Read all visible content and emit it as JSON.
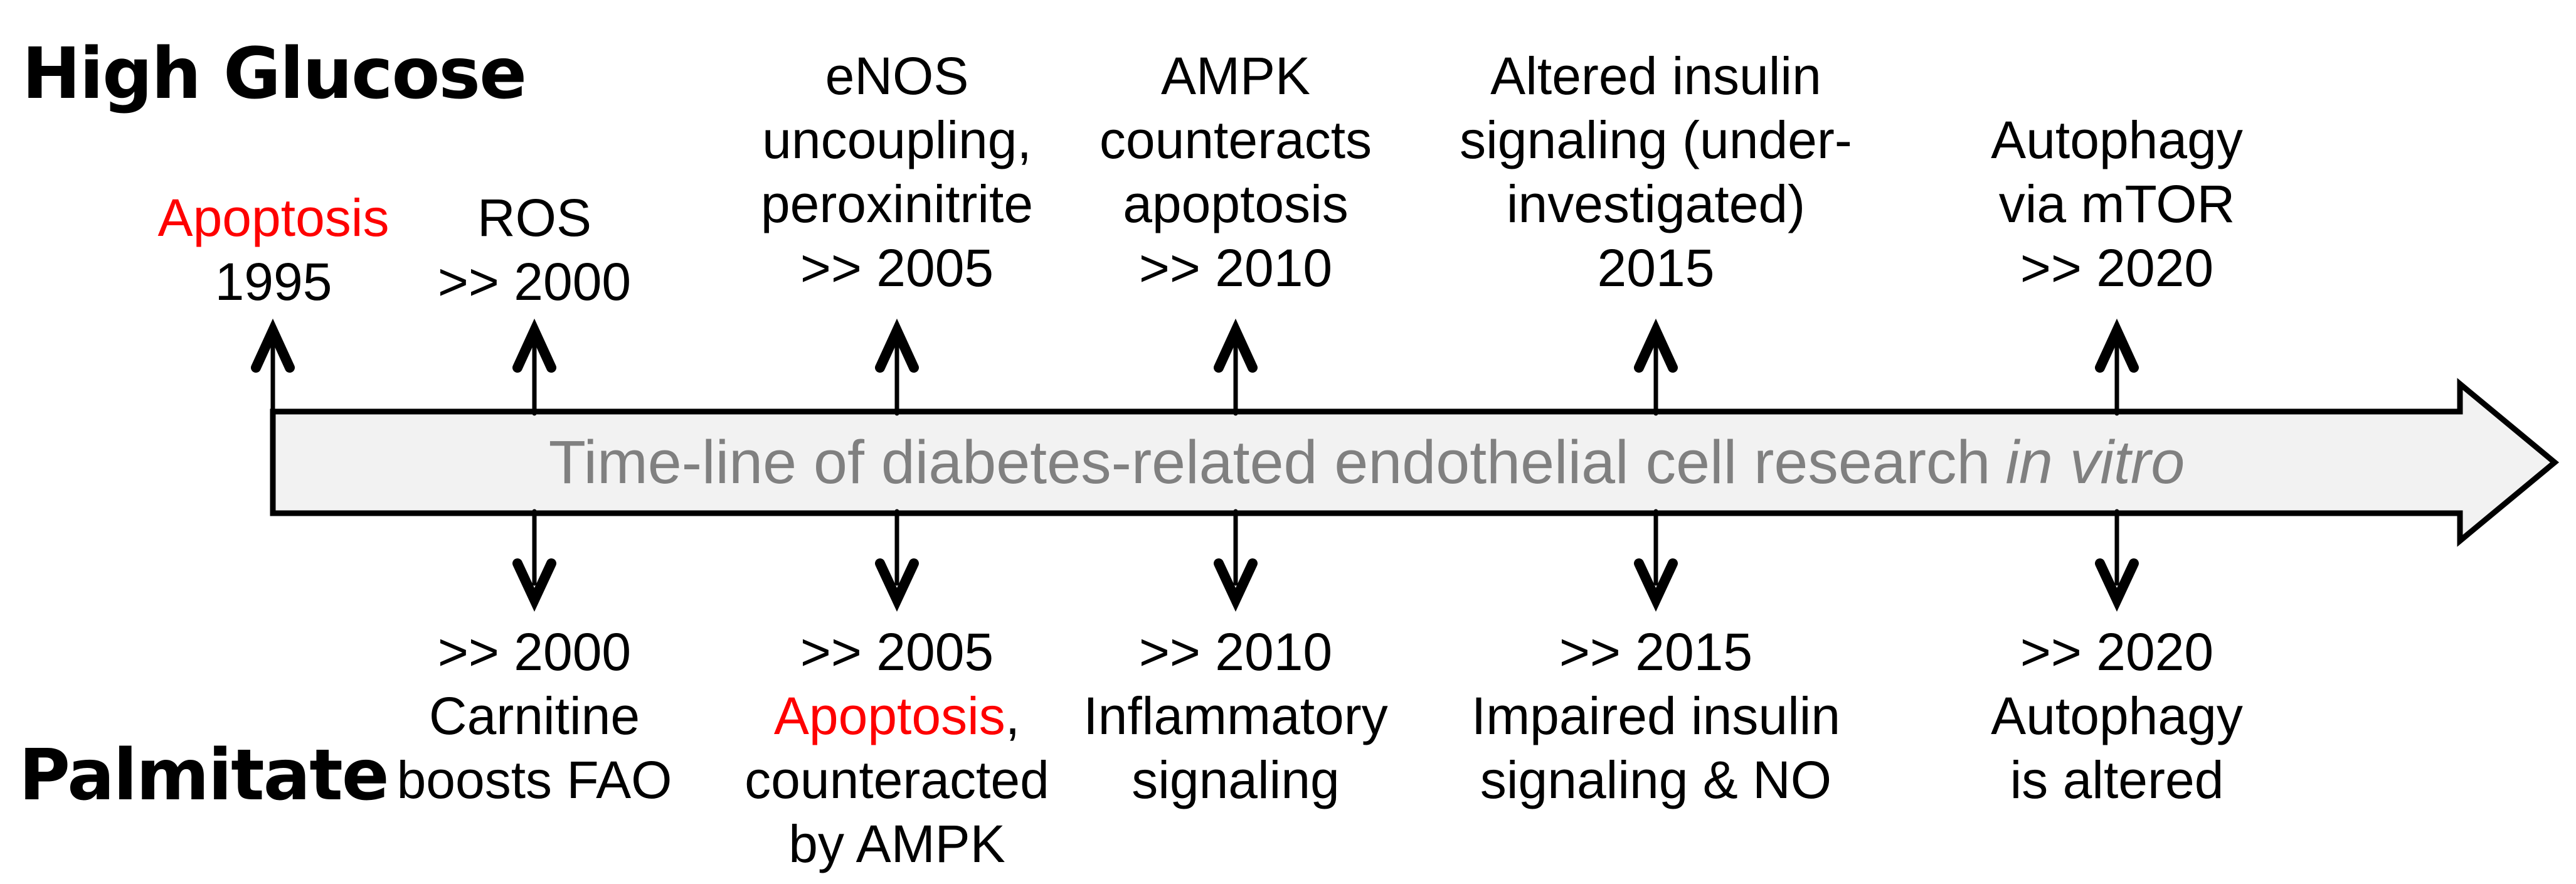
{
  "colors": {
    "highlight_red": "#fe0000",
    "band_fill": "#f2f2f2",
    "band_stroke": "#000000",
    "band_text_gray": "#808080",
    "text_black": "#000000"
  },
  "timeline": {
    "title_main": "Time-line of diabetes-related endothelial cell research",
    "title_italic": "in vitro"
  },
  "top": {
    "label": "High Glucose",
    "m1": {
      "l1": "Apoptosis",
      "l2": "1995"
    },
    "m2": {
      "l1": "ROS",
      "l2": ">> 2000"
    },
    "m3": {
      "l1": "eNOS",
      "l2": "uncoupling,",
      "l3": "peroxinitrite",
      "l4": ">> 2005"
    },
    "m4": {
      "l1": "AMPK",
      "l2": "counteracts",
      "l3": "apoptosis",
      "l4": ">> 2010"
    },
    "m5": {
      "l1": "Altered insulin",
      "l2": "signaling (under-",
      "l3": "investigated)",
      "l4": "2015"
    },
    "m6": {
      "l1": "Autophagy",
      "l2": "via mTOR",
      "l3": ">> 2020"
    }
  },
  "bottom": {
    "label": "Palmitate",
    "m1": {
      "l1": ">> 2000",
      "l2": "Carnitine",
      "l3": "boosts FAO"
    },
    "m2": {
      "l1": ">> 2005",
      "l2_red": "Apoptosis",
      "l2_comma": ",",
      "l3": "counteracted",
      "l4": "by AMPK"
    },
    "m3": {
      "l1": ">> 2010",
      "l2": "Inflammatory",
      "l3": "signaling"
    },
    "m4": {
      "l1": ">> 2015",
      "l2": "Impaired insulin",
      "l3": "signaling & NO"
    },
    "m5": {
      "l1": ">> 2020",
      "l2": "Autophagy",
      "l3": "is altered"
    }
  }
}
